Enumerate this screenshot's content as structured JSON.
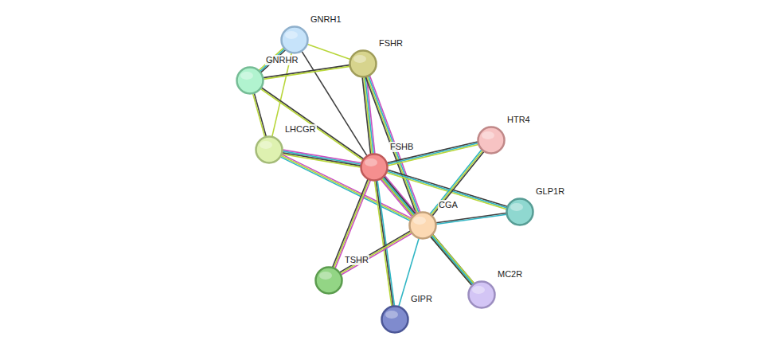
{
  "diagram": {
    "nodes": [
      {
        "text": [
          "GNRH1"
        ]
      },
      {
        "text": [
          "FSHR"
        ]
      },
      {
        "text": [
          "GNRHR"
        ]
      },
      {
        "text": [
          "LHCGR"
        ]
      },
      {
        "text": [
          "FSHB"
        ]
      },
      {
        "text": [
          "HTR4"
        ]
      },
      {
        "text": [
          "GLP1R"
        ]
      },
      {
        "text": [
          "CGA"
        ]
      },
      {
        "text": [
          "TSHR"
        ]
      },
      {
        "text": [
          "GIPR"
        ]
      },
      {
        "text": [
          "MC2R"
        ]
      }
    ],
    "edges": [
      {
        "from": 0,
        "to": 2,
        "arrow": "none"
      },
      {
        "from": 0,
        "to": 1,
        "arrow": "none"
      },
      {
        "from": 0,
        "to": 3,
        "arrow": "none"
      },
      {
        "from": 0,
        "to": 4,
        "arrow": "none"
      },
      {
        "from": 2,
        "to": 1,
        "arrow": "none"
      },
      {
        "from": 2,
        "to": 3,
        "arrow": "none"
      },
      {
        "from": 2,
        "to": 4,
        "arrow": "none"
      },
      {
        "from": 1,
        "to": 4,
        "arrow": "none"
      },
      {
        "from": 1,
        "to": 7,
        "arrow": "none"
      },
      {
        "from": 3,
        "to": 4,
        "arrow": "none"
      },
      {
        "from": 3,
        "to": 7,
        "arrow": "none"
      },
      {
        "from": 4,
        "to": 5,
        "arrow": "none"
      },
      {
        "from": 4,
        "to": 6,
        "arrow": "none"
      },
      {
        "from": 4,
        "to": 7,
        "arrow": "none"
      },
      {
        "from": 4,
        "to": 8,
        "arrow": "none"
      },
      {
        "from": 4,
        "to": 9,
        "arrow": "none"
      },
      {
        "from": 4,
        "to": 10,
        "arrow": "none"
      },
      {
        "from": 7,
        "to": 5,
        "arrow": "none"
      },
      {
        "from": 7,
        "to": 6,
        "arrow": "none"
      },
      {
        "from": 7,
        "to": 8,
        "arrow": "none"
      },
      {
        "from": 7,
        "to": 9,
        "arrow": "none"
      },
      {
        "from": 7,
        "to": 10,
        "arrow": "none"
      }
    ]
  }
}
